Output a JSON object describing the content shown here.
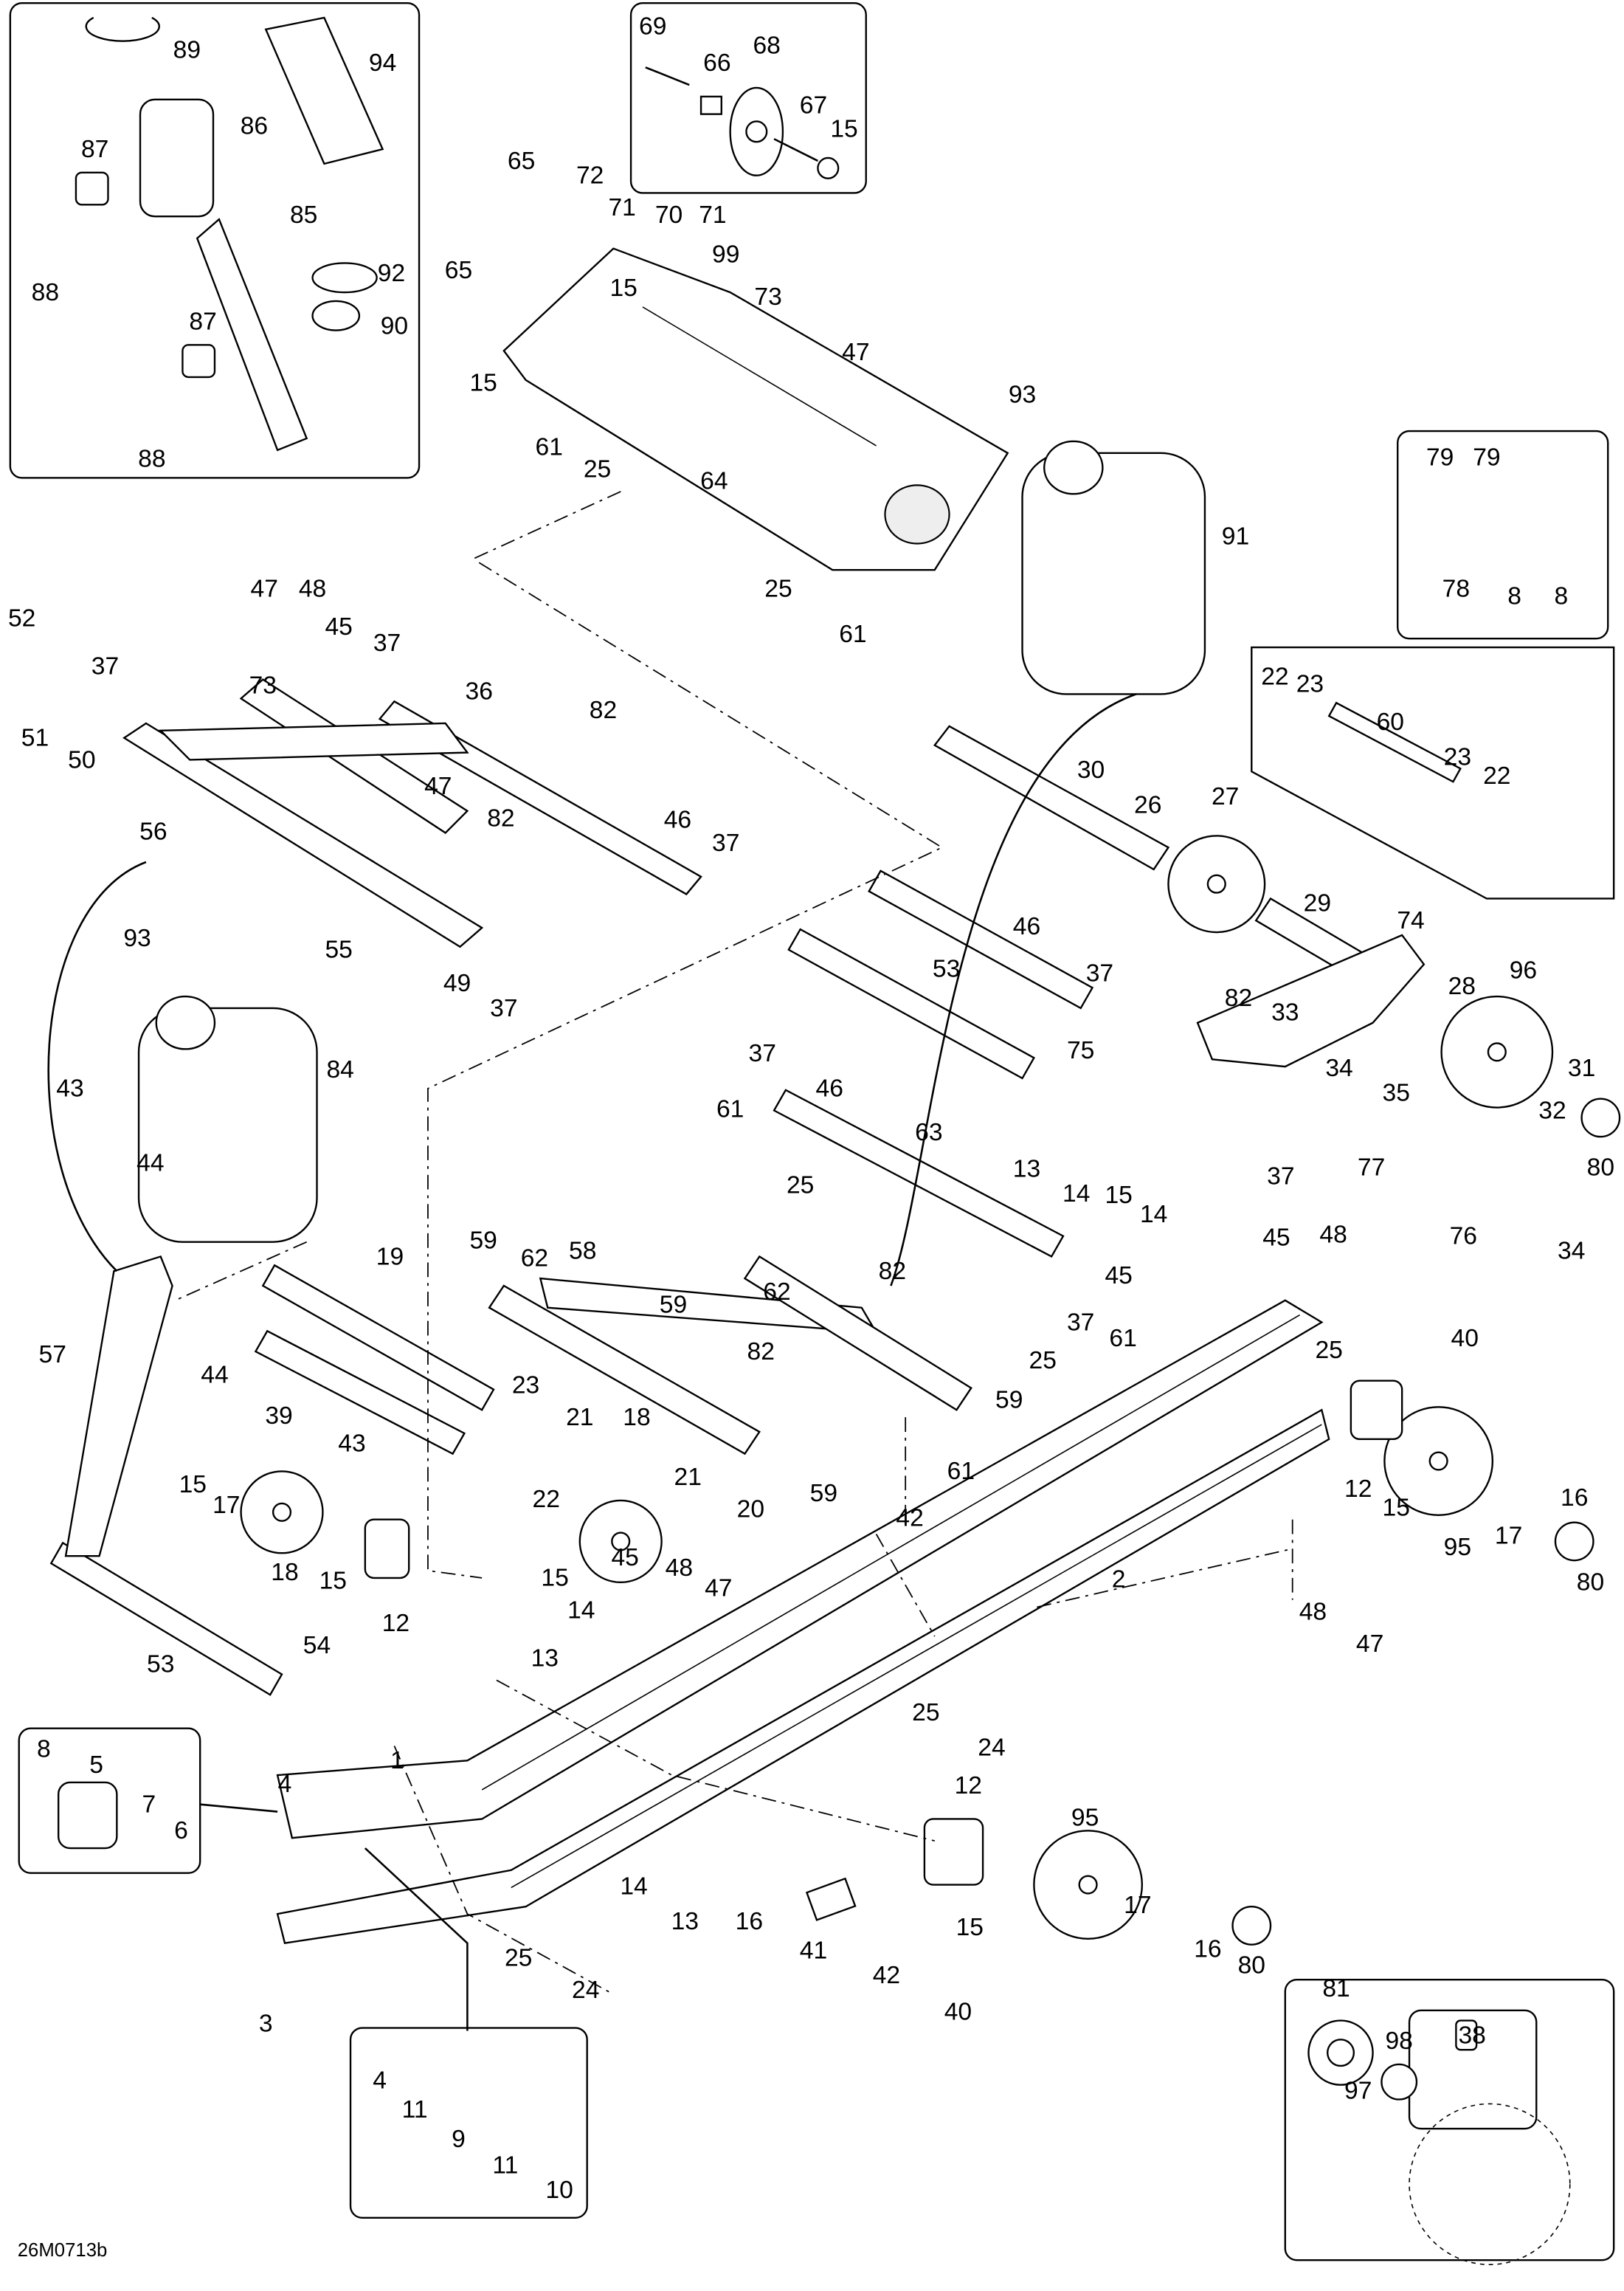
{
  "diagram": {
    "drawing_code": "26M0713b",
    "callouts": [
      "89",
      "94",
      "86",
      "87",
      "85",
      "88",
      "92",
      "90",
      "87",
      "88",
      "69",
      "66",
      "68",
      "67",
      "15",
      "65",
      "72",
      "71",
      "70",
      "71",
      "99",
      "65",
      "15",
      "73",
      "47",
      "15",
      "61",
      "25",
      "64",
      "93",
      "91",
      "25",
      "61",
      "79",
      "79",
      "78",
      "8",
      "8",
      "52",
      "47",
      "48",
      "45",
      "37",
      "37",
      "36",
      "82",
      "73",
      "51",
      "50",
      "47",
      "56",
      "82",
      "46",
      "37",
      "55",
      "49",
      "37",
      "93",
      "84",
      "43",
      "44",
      "22",
      "23",
      "60",
      "23",
      "22",
      "30",
      "26",
      "27",
      "29",
      "74",
      "46",
      "53",
      "37",
      "82",
      "33",
      "28",
      "96",
      "75",
      "34",
      "35",
      "31",
      "32",
      "80",
      "37",
      "77",
      "76",
      "34",
      "37",
      "46",
      "61",
      "63",
      "25",
      "13",
      "14",
      "15",
      "14",
      "59",
      "62",
      "58",
      "59",
      "62",
      "82",
      "82",
      "45",
      "48",
      "45",
      "37",
      "61",
      "25",
      "25",
      "40",
      "19",
      "57",
      "44",
      "23",
      "21",
      "18",
      "39",
      "43",
      "22",
      "15",
      "17",
      "21",
      "59",
      "59",
      "61",
      "42",
      "20",
      "18",
      "15",
      "12",
      "15",
      "45",
      "48",
      "47",
      "14",
      "13",
      "53",
      "54",
      "2",
      "12",
      "15",
      "95",
      "17",
      "16",
      "80",
      "48",
      "47",
      "25",
      "24",
      "1",
      "8",
      "5",
      "7",
      "6",
      "4",
      "12",
      "95",
      "14",
      "13",
      "16",
      "15",
      "41",
      "42",
      "40",
      "17",
      "16",
      "80",
      "25",
      "24",
      "3",
      "38",
      "81",
      "98",
      "97",
      "4",
      "11",
      "9",
      "11",
      "10"
    ]
  }
}
